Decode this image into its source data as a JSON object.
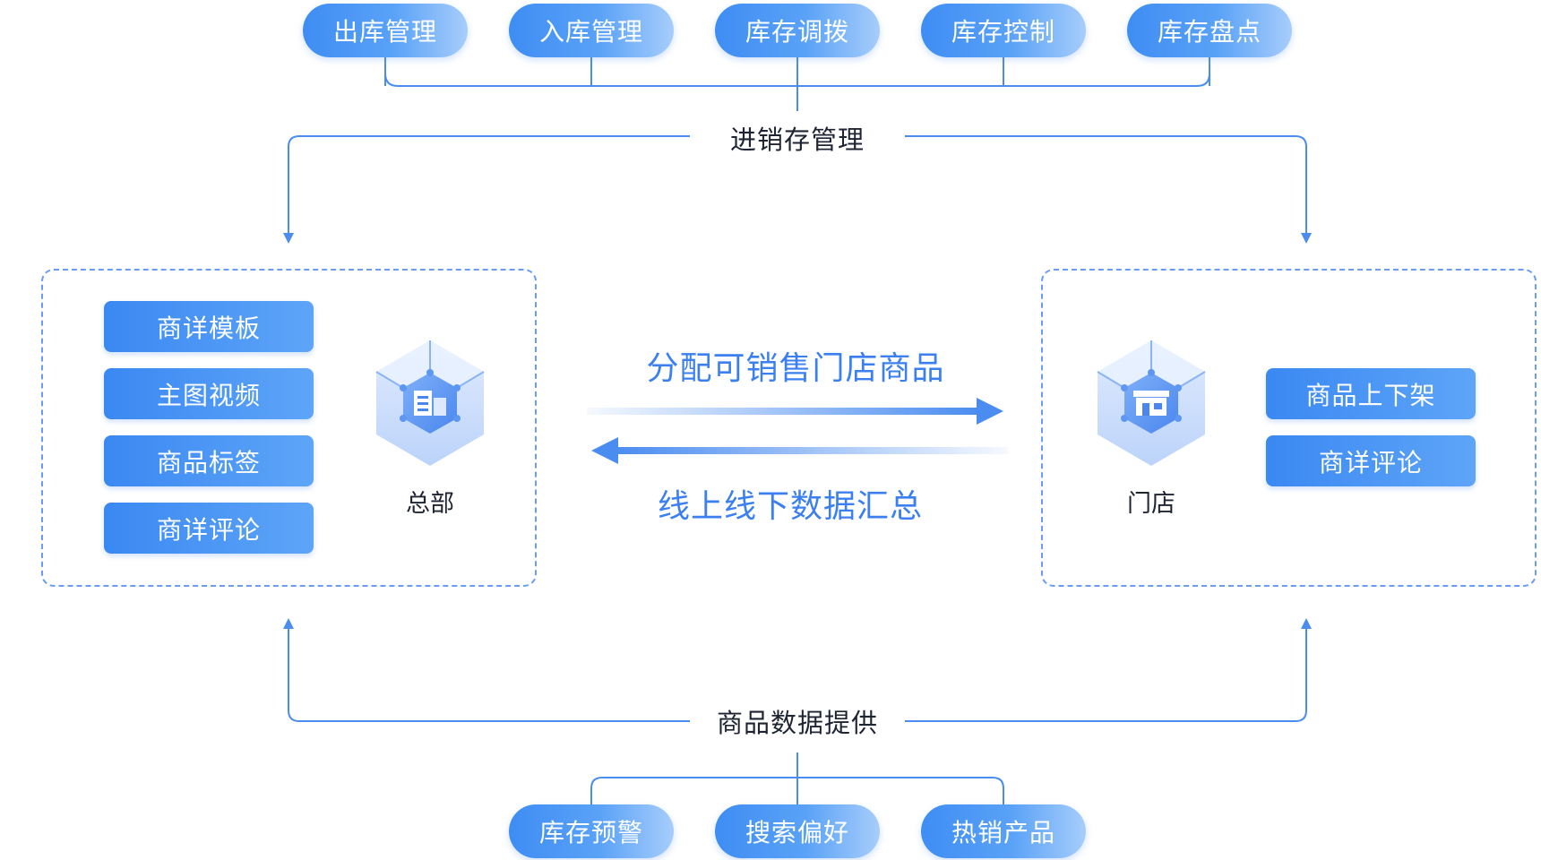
{
  "top_group": {
    "items": [
      "出库管理",
      "入库管理",
      "库存调拨",
      "库存控制",
      "库存盘点"
    ],
    "label": "进销存管理"
  },
  "bottom_group": {
    "label": "商品数据提供",
    "items": [
      "库存预警",
      "搜索偏好",
      "热销产品"
    ]
  },
  "headquarters": {
    "label": "总部",
    "items": [
      "商详模板",
      "主图视频",
      "商品标签",
      "商详评论"
    ],
    "icon": "building-cube-icon"
  },
  "store": {
    "label": "门店",
    "items": [
      "商品上下架",
      "商详评论"
    ],
    "icon": "store-cube-icon"
  },
  "flows": {
    "to_store": "分配可销售门店商品",
    "to_headquarters": "线上线下数据汇总"
  },
  "colors": {
    "accent": "#3b7ff0",
    "pill_start": "#3e8df4",
    "pill_end": "#a7cdfb",
    "line": "#4a8cf0",
    "text": "#1f2433"
  }
}
